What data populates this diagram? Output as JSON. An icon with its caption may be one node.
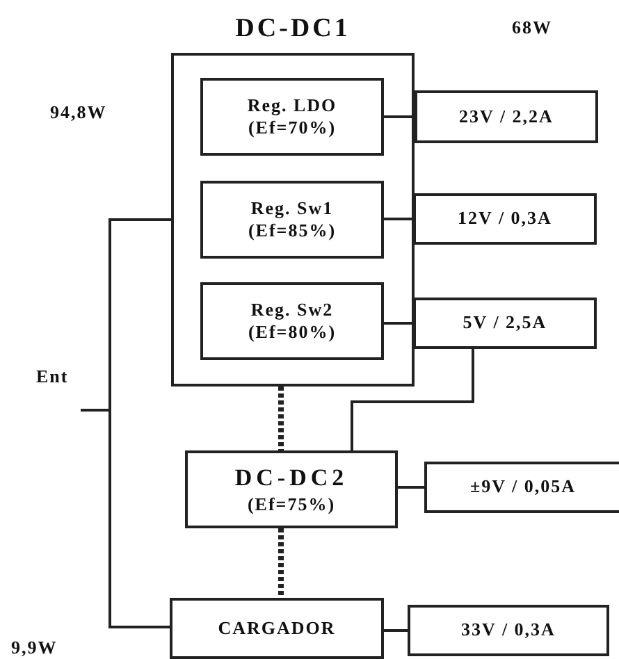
{
  "diagram": {
    "nodes": [
      {
        "text": [
          "DC-DC1"
        ]
      },
      {
        "text": [
          "Reg. LDO",
          "(Ef=70%)"
        ],
        "in": 0
      },
      {
        "text": [
          "Reg. Sw1",
          "(Ef=85%)"
        ],
        "in": 0
      },
      {
        "text": [
          "Reg. Sw2",
          "(Ef=80%)"
        ],
        "in": 0
      },
      {
        "text": [
          "23V / 2,2A"
        ]
      },
      {
        "text": [
          "12V / 0,3A"
        ]
      },
      {
        "text": [
          "5V / 2,5A"
        ]
      },
      {
        "text": [
          "DC-DC2",
          "(Ef=75%)"
        ]
      },
      {
        "text": [
          "±9V / 0,05A"
        ]
      },
      {
        "text": [
          "CARGADOR"
        ]
      },
      {
        "text": [
          "33V / 0,3A"
        ]
      },
      {
        "text": [
          "Ent"
        ]
      }
    ],
    "edges": [
      {
        "from": 1,
        "to": 4,
        "arrow": "none"
      },
      {
        "from": 2,
        "to": 5,
        "arrow": "none"
      },
      {
        "from": 3,
        "to": 6,
        "arrow": "none"
      },
      {
        "from": 6,
        "to": 7,
        "arrow": "none"
      },
      {
        "from": 7,
        "to": 8,
        "arrow": "none"
      },
      {
        "from": 9,
        "to": 10,
        "arrow": "none"
      },
      {
        "from": 11,
        "to": 0,
        "arrow": "none"
      },
      {
        "from": 11,
        "to": 9,
        "arrow": "none"
      },
      {
        "from": 0,
        "to": 7,
        "arrow": "none",
        "style": "dashed"
      },
      {
        "from": 7,
        "to": 9,
        "arrow": "none",
        "style": "dashed"
      }
    ],
    "labels": [
      "68W",
      "94,8W",
      "9,9W"
    ]
  }
}
